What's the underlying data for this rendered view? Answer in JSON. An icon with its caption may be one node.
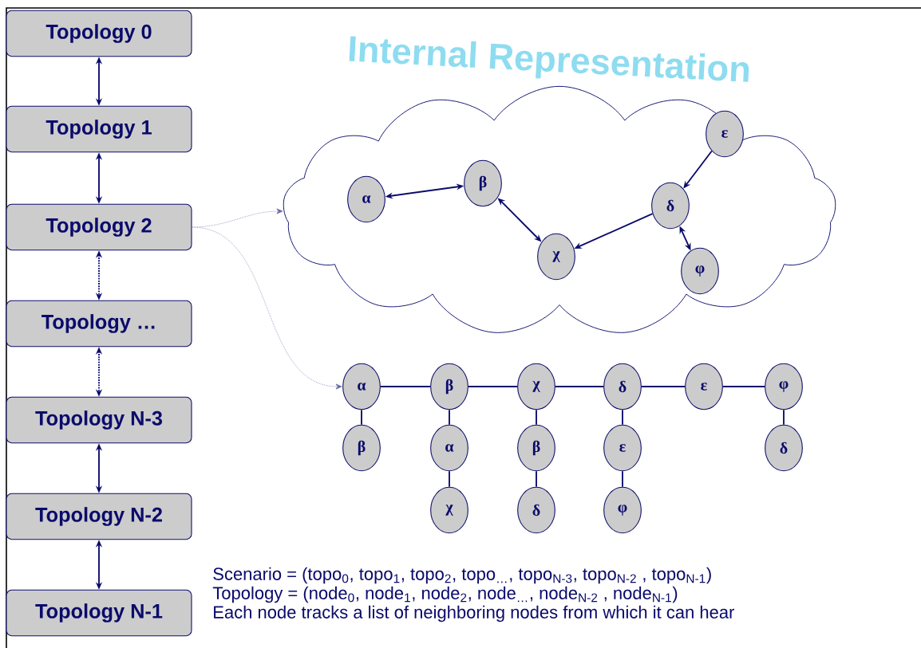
{
  "diagram": {
    "title": "Internal Representation",
    "nodes": [
      {
        "text": [
          "Topology 0"
        ]
      },
      {
        "text": [
          "Topology 1"
        ]
      },
      {
        "text": [
          "Topology 2"
        ]
      },
      {
        "text": [
          "Topology …"
        ]
      },
      {
        "text": [
          "Topology N-3"
        ]
      },
      {
        "text": [
          "Topology N-2"
        ]
      },
      {
        "text": [
          "Topology N-1"
        ]
      },
      {
        "text": [],
        "shape": "cloud"
      },
      {
        "text": [
          "α"
        ],
        "in": 7
      },
      {
        "text": [
          "β"
        ],
        "in": 7
      },
      {
        "text": [
          "χ"
        ],
        "in": 7
      },
      {
        "text": [
          "δ"
        ],
        "in": 7
      },
      {
        "text": [
          "ε"
        ],
        "in": 7
      },
      {
        "text": [
          "φ"
        ],
        "in": 7
      },
      {
        "text": [
          "α"
        ]
      },
      {
        "text": [
          "β"
        ]
      },
      {
        "text": [
          "χ"
        ]
      },
      {
        "text": [
          "δ"
        ]
      },
      {
        "text": [
          "ε"
        ]
      },
      {
        "text": [
          "φ"
        ]
      },
      {
        "text": [
          "β"
        ]
      },
      {
        "text": [
          "α"
        ]
      },
      {
        "text": [
          "β"
        ]
      },
      {
        "text": [
          "ε"
        ]
      },
      {
        "text": [
          "δ"
        ]
      },
      {
        "text": [
          "χ"
        ]
      },
      {
        "text": [
          "δ"
        ]
      },
      {
        "text": [
          "φ"
        ]
      }
    ],
    "edges": [
      {
        "from": 0,
        "to": 1,
        "arrow": "both"
      },
      {
        "from": 1,
        "to": 2,
        "arrow": "both"
      },
      {
        "from": 2,
        "to": 3,
        "arrow": "both",
        "style": "dashed"
      },
      {
        "from": 3,
        "to": 4,
        "arrow": "both",
        "style": "dashed"
      },
      {
        "from": 4,
        "to": 5,
        "arrow": "both"
      },
      {
        "from": 5,
        "to": 6,
        "arrow": "both"
      },
      {
        "from": 2,
        "to": 7,
        "arrow": "to",
        "style": "dashed",
        "color": "#6a6aa8"
      },
      {
        "from": 2,
        "to": 14,
        "arrow": "to",
        "style": "dashed",
        "color": "#6a6aa8"
      },
      {
        "from": 8,
        "to": 9,
        "arrow": "both"
      },
      {
        "from": 9,
        "to": 10,
        "arrow": "both"
      },
      {
        "from": 11,
        "to": 10,
        "arrow": "to"
      },
      {
        "from": 12,
        "to": 11,
        "arrow": "to"
      },
      {
        "from": 11,
        "to": 13,
        "arrow": "both"
      },
      {
        "from": 14,
        "to": 15,
        "arrow": "none"
      },
      {
        "from": 15,
        "to": 16,
        "arrow": "none"
      },
      {
        "from": 16,
        "to": 17,
        "arrow": "none"
      },
      {
        "from": 17,
        "to": 18,
        "arrow": "none"
      },
      {
        "from": 18,
        "to": 19,
        "arrow": "none"
      },
      {
        "from": 14,
        "to": 20,
        "arrow": "none"
      },
      {
        "from": 15,
        "to": 21,
        "arrow": "none"
      },
      {
        "from": 21,
        "to": 25,
        "arrow": "none"
      },
      {
        "from": 16,
        "to": 22,
        "arrow": "none"
      },
      {
        "from": 22,
        "to": 26,
        "arrow": "none"
      },
      {
        "from": 17,
        "to": 23,
        "arrow": "none"
      },
      {
        "from": 23,
        "to": 27,
        "arrow": "none"
      },
      {
        "from": 19,
        "to": 24,
        "arrow": "none"
      }
    ],
    "labels": [
      "Scenario = (topo$_{0}$, topo$_{1}$, topo$_{2}$, topo$_{…}$, topo$_{N-3}$, topo$_{N-2}$ , topo$_{N-1}$)",
      "Topology = (node$_{0}$, node$_{1}$, node$_{2}$, node$_{…}$, node$_{N-2}$ , node$_{N-1}$)",
      "Each node tracks a list of neighboring nodes from which it can hear"
    ]
  }
}
